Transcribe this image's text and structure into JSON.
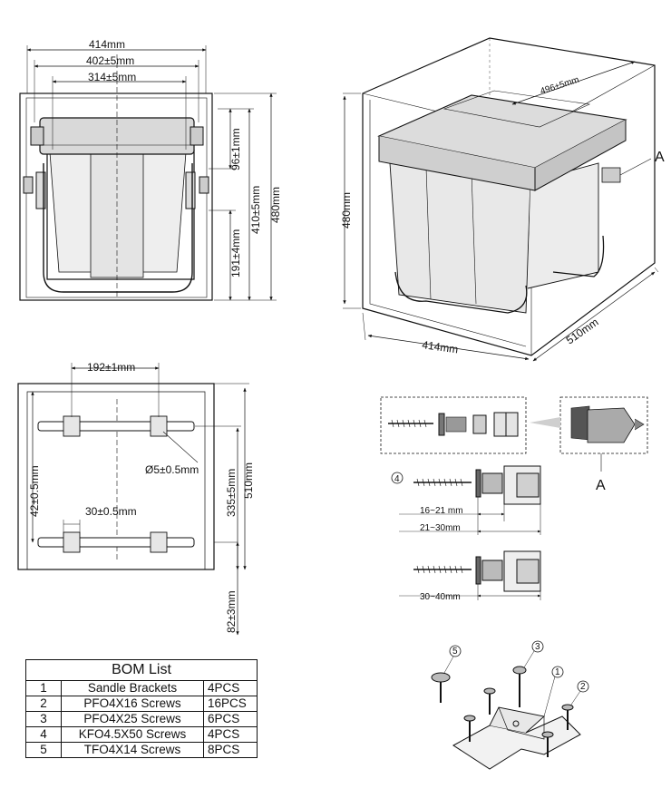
{
  "front_view": {
    "dim_overall_width": "414mm",
    "dim_inner_width": "402±5mm",
    "dim_bin_width": "314±5mm",
    "dim_top_offset": "96±1mm",
    "dim_bin_height": "410±5mm",
    "dim_overall_height": "480mm",
    "dim_base_height": "191±4mm"
  },
  "iso_view": {
    "dim_depth_top": "496±5mm",
    "dim_height": "480mm",
    "dim_width": "414mm",
    "dim_depth": "510mm",
    "callout_label": "A"
  },
  "plan_view": {
    "dim_bracket_spacing": "192±1mm",
    "dim_hole": "Ø5±0.5mm",
    "dim_rail_offset": "42±0.5mm",
    "dim_bracket_gap": "30±0.5mm",
    "dim_rail_distance": "335±5mm",
    "dim_depth": "510mm",
    "dim_back_offset": "82±3mm"
  },
  "detail": {
    "callout_label": "A",
    "item_marker": "4",
    "dim_range_1": "16~21 mm",
    "dim_range_2": "21~30mm",
    "dim_range_3": "30~40mm"
  },
  "exploded": {
    "markers": [
      "5",
      "3",
      "1",
      "2"
    ]
  },
  "bom": {
    "title": "BOM List",
    "rows": [
      {
        "no": "1",
        "desc": "Sandle Brackets",
        "qty": "4PCS"
      },
      {
        "no": "2",
        "desc": "PFO4X16 Screws",
        "qty": "16PCS"
      },
      {
        "no": "3",
        "desc": "PFO4X25 Screws",
        "qty": "6PCS"
      },
      {
        "no": "4",
        "desc": "KFO4.5X50 Screws",
        "qty": "4PCS"
      },
      {
        "no": "5",
        "desc": "TFO4X14 Screws",
        "qty": "8PCS"
      }
    ]
  }
}
